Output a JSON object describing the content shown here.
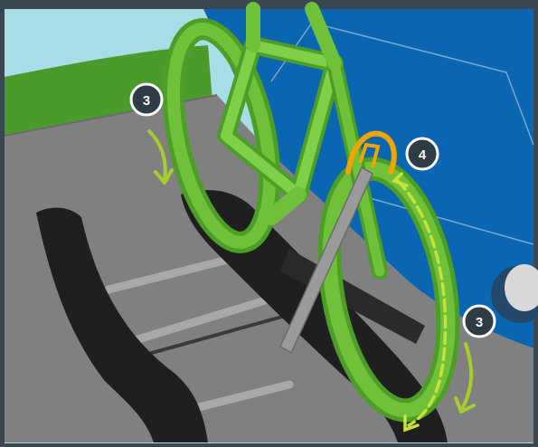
{
  "illustration": {
    "step_badges": [
      {
        "id": "left-rear-wheel-step",
        "label": "3"
      },
      {
        "id": "hook-step",
        "label": "4"
      },
      {
        "id": "right-front-wheel-step",
        "label": "3"
      }
    ],
    "colors": {
      "frame_border": "#3a4650",
      "sky": "#a9dde6",
      "grass": "#4b9a2c",
      "van_blue": "#0a66b0",
      "ground": "#808080",
      "bike_green": "#6fc13a",
      "arrow_green": "#a7cc2e",
      "hook_orange": "#f0a400",
      "tray_black": "#1f1f1f",
      "badge_fill": "#2f3b45"
    },
    "icons": [
      "curved-arrow-icon",
      "dashed-arrow-icon",
      "hook-icon",
      "bicycle-icon",
      "bike-tray-icon"
    ]
  }
}
